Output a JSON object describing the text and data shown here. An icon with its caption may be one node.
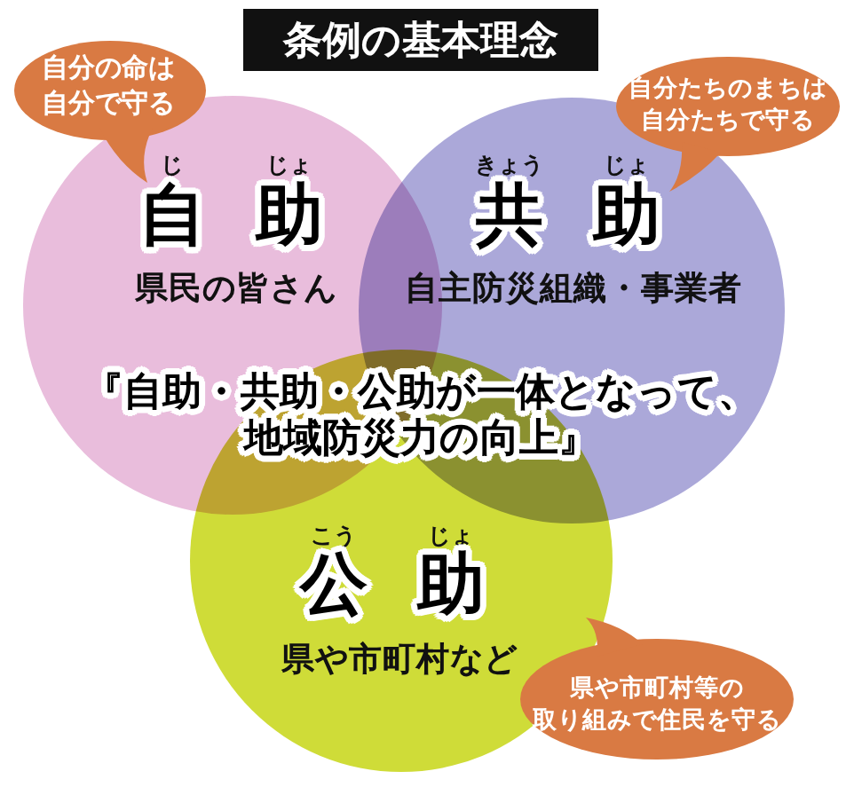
{
  "diagram": {
    "title": "条例の基本理念",
    "nodes": [
      {
        "text": [
          "自分の命は自分で守る"
        ]
      },
      {
        "text": [
          "自分たちのまちは自分たちで守る"
        ]
      },
      {
        "text": [
          "じ",
          "じょ",
          "自助",
          "県民の皆さん"
        ]
      },
      {
        "text": [
          "きょう",
          "じょ",
          "共助",
          "自主防災組織・事業者"
        ]
      },
      {
        "text": [
          "こう",
          "じょ",
          "公助",
          "県や市町村など"
        ]
      },
      {
        "text": [
          "県や市町村等の取り組みで住民を守る"
        ]
      }
    ],
    "labels": [
      "『自助・共助・公助が一体となって、地域防災力の向上』"
    ]
  }
}
